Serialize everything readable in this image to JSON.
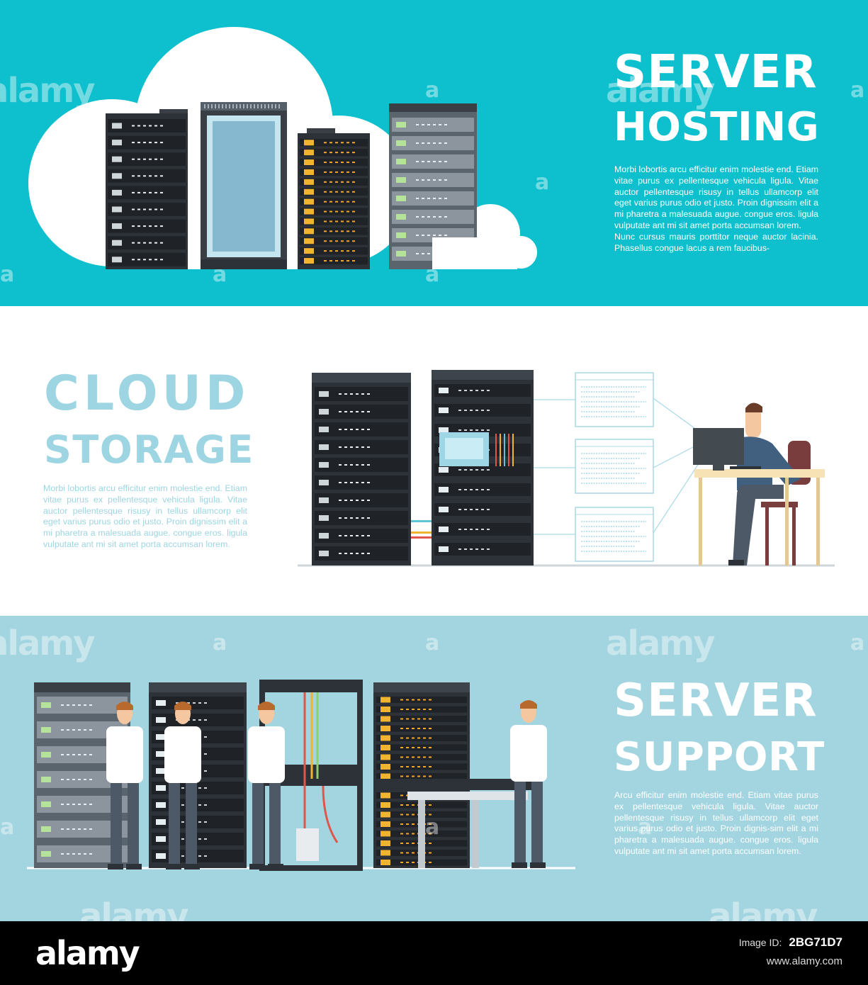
{
  "colors": {
    "hosting_bg": "#0ec0ce",
    "storage_text": "#9dd5e2",
    "support_bg": "#a3d5e1",
    "footer_bg": "#000000"
  },
  "hosting": {
    "title_line1": "SERVER",
    "title_line2": "HOSTING",
    "para1": "Morbi lobortis arcu efficitur enim molestie end. Etiam vitae purus ex pellentesque vehicula ligula. Vitae auctor pellentesque risusy in tellus ullamcorp elit eget varius purus odio et justo. Proin dignissim elit a mi pharetra a malesuada augue. congue eros. ligula vulputate ant mi sit amet porta accumsan lorem.",
    "para2": "Nunc cursus mauris porttitor neque auctor lacinia. Phasellus congue lacus a rem faucibus-"
  },
  "storage": {
    "title_line1": "CLOUD",
    "title_line2": "STORAGE",
    "para": "Morbi lobortis arcu efficitur enim molestie end. Etiam vitae purus ex pellentesque vehicula ligula. Vitae auctor pellentesque risusy in tellus ullamcorp elit eget varius purus odio et justo. Proin dignissim elit a mi pharetra a malesuada augue. congue eros. ligula vulputate ant mi sit amet porta accumsan lorem."
  },
  "support": {
    "title_line1": "SERVER",
    "title_line2": "SUPPORT",
    "para": "Arcu efficitur enim molestie end. Etiam vitae purus ex pellentesque vehicula ligula. Vitae auctor pellentesque risusy in tellus ullamcorp elit eget varius purus odio et justo. Proin dignis-sim elit a mi pharetra a malesuada augue. congue eros. ligula vulputate ant mi sit amet porta accumsan lorem."
  },
  "watermark": {
    "big": "alamy",
    "small": "a"
  },
  "footer": {
    "logo": "alamy",
    "image_id_label": "Image ID:",
    "image_id": "2BG71D7",
    "url": "www.alamy.com"
  }
}
